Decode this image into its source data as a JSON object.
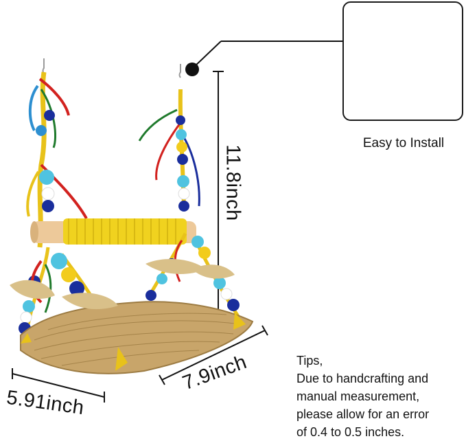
{
  "clip_caption": "Easy to Install",
  "dimensions": {
    "height": "11.8inch",
    "width": "7.9inch",
    "depth": "5.91inch"
  },
  "tips": {
    "title": "Tips,",
    "lines": [
      "Due to handcrafting and",
      "manual measurement,",
      "please allow for an error",
      "of 0.4 to 0.5 inches."
    ]
  }
}
